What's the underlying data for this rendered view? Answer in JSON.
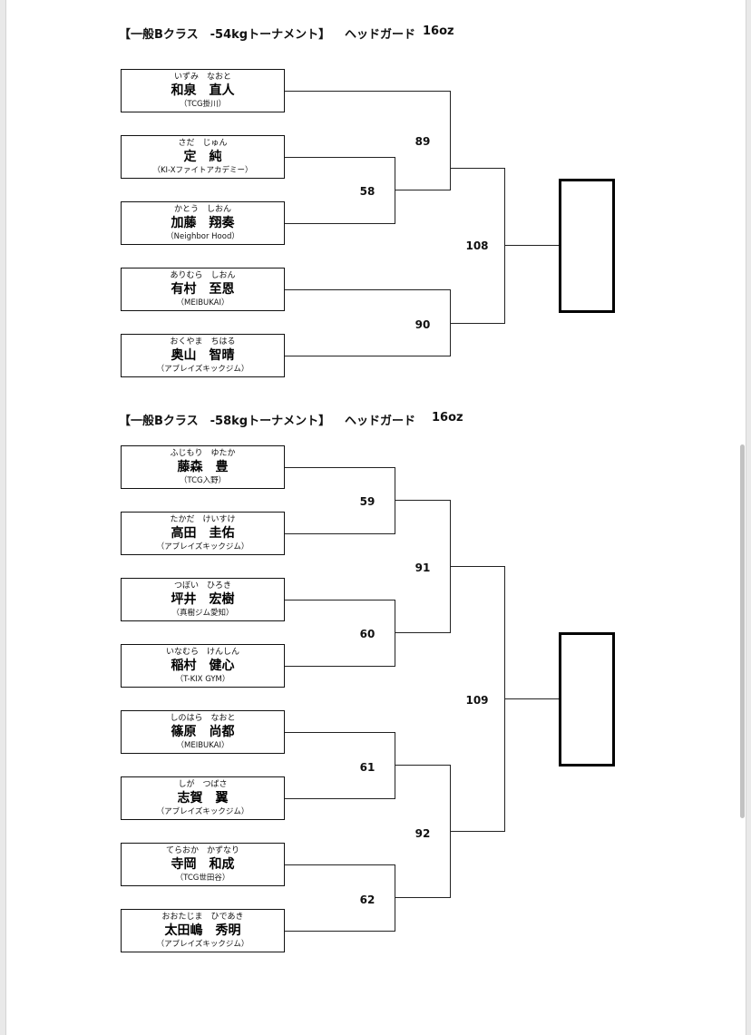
{
  "t1": {
    "title": "【一般Bクラス　-54kgトーナメント】",
    "headgear": "ヘッドガード",
    "glove": "16oz",
    "fighters": [
      {
        "kana": "いずみ　なおと",
        "name": "和泉　直人",
        "gym": "（TCG掛川）"
      },
      {
        "kana": "さだ　じゅん",
        "name": "定　純",
        "gym": "（KI-Xファイトアカデミー）"
      },
      {
        "kana": "かとう　しおん",
        "name": "加藤　翔奏",
        "gym": "（Neighbor Hood）"
      },
      {
        "kana": "ありむら　しおん",
        "name": "有村　至恩",
        "gym": "（MEIBUKAI）"
      },
      {
        "kana": "おくやま　ちはる",
        "name": "奥山　智晴",
        "gym": "（アブレイズキックジム）"
      }
    ],
    "matches": [
      "58",
      "89",
      "90",
      "108"
    ]
  },
  "t2": {
    "title": "【一般Bクラス　-58kgトーナメント】",
    "headgear": "ヘッドガード",
    "glove": "16oz",
    "fighters": [
      {
        "kana": "ふじもり　ゆたか",
        "name": "藤森　豊",
        "gym": "（TCG入野）"
      },
      {
        "kana": "たかだ　けいすけ",
        "name": "高田　圭佑",
        "gym": "（アブレイズキックジム）"
      },
      {
        "kana": "つぼい　ひろき",
        "name": "坪井　宏樹",
        "gym": "（真樹ジム愛知）"
      },
      {
        "kana": "いなむら　けんしん",
        "name": "稲村　健心",
        "gym": "（T-KIX GYM）"
      },
      {
        "kana": "しのはら　なおと",
        "name": "篠原　尚都",
        "gym": "（MEIBUKAI）"
      },
      {
        "kana": "しが　つばさ",
        "name": "志賀　翼",
        "gym": "（アブレイズキックジム）"
      },
      {
        "kana": "てらおか　かずなり",
        "name": "寺岡　和成",
        "gym": "（TCG世田谷）"
      },
      {
        "kana": "おおたじま　ひであき",
        "name": "太田嶋　秀明",
        "gym": "（アブレイズキックジム）"
      }
    ],
    "matches": [
      "59",
      "60",
      "61",
      "62",
      "91",
      "92",
      "109"
    ]
  }
}
